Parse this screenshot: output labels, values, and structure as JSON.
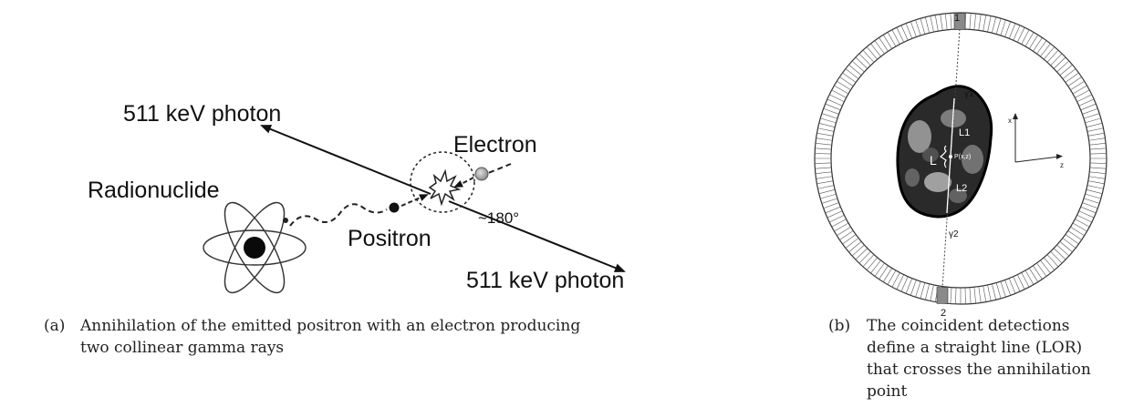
{
  "panel_a": {
    "photon_top_label": "511 keV photon",
    "photon_bottom_label": "511 keV photon",
    "electron_label": "Electron",
    "radionuclide_label": "Radionuclide",
    "positron_label": "Positron",
    "angle_label": "~180°",
    "caption_tag": "(a)",
    "caption_text": "Annihilation of the emitted positron with an electron producing two collinear gamma rays"
  },
  "panel_b": {
    "detector_top_label": "1",
    "detector_bottom_label": "2",
    "gamma1_label": "γ1",
    "gamma2_label": "γ2",
    "l1_label": "L1",
    "l2_label": "L2",
    "l_label": "L",
    "point_label": "P(x,z)",
    "axis_x_label": "x",
    "axis_z_label": "z",
    "caption_tag": "(b)",
    "caption_text": "The coincident detections define a straight line (LOR) that crosses the annihilation point"
  }
}
